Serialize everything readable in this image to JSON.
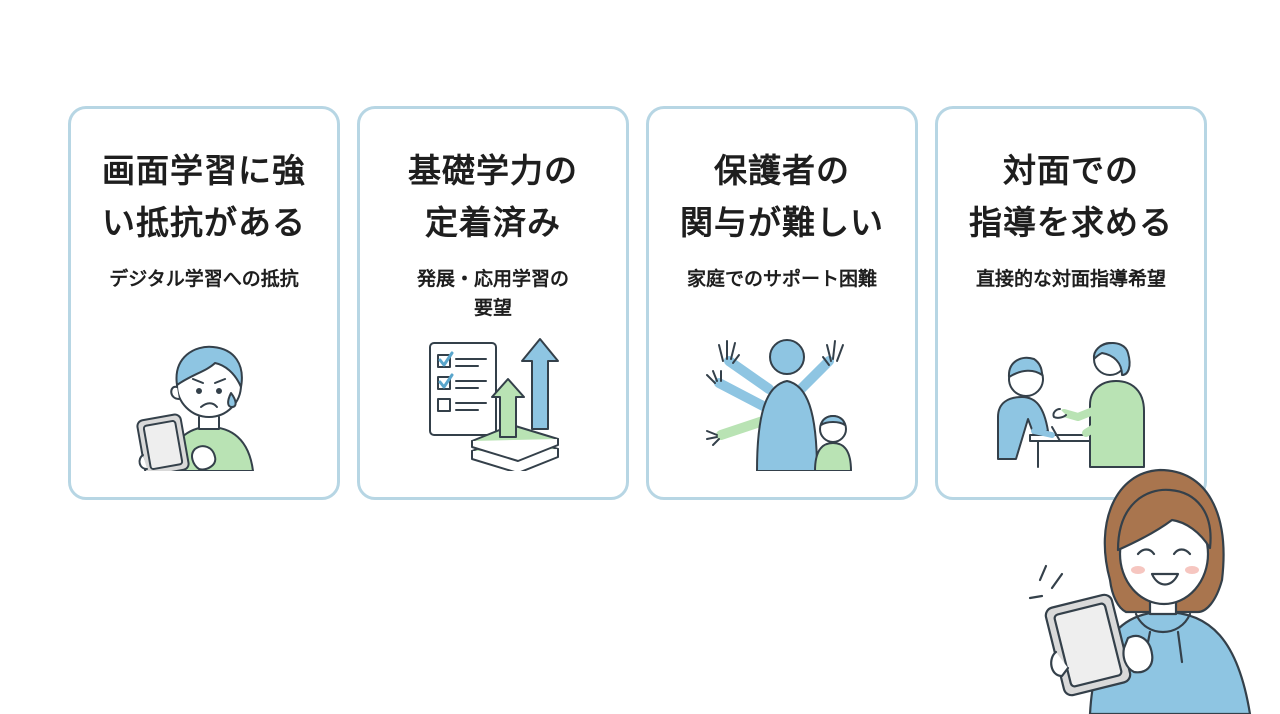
{
  "cards": [
    {
      "title_lines": [
        "画面学習に強",
        "い抵抗がある"
      ],
      "subtitle_lines": [
        "デジタル学習への抵抗"
      ],
      "icon": "child-with-tablet-icon"
    },
    {
      "title_lines": [
        "基礎学力の",
        "定着済み"
      ],
      "subtitle_lines": [
        "発展・応用学習の",
        "要望"
      ],
      "icon": "checklist-books-growth-icon"
    },
    {
      "title_lines": [
        "保護者の",
        "関与が難しい"
      ],
      "subtitle_lines": [
        "家庭でのサポート困難"
      ],
      "icon": "busy-parent-with-child-icon"
    },
    {
      "title_lines": [
        "対面での",
        "指導を求める"
      ],
      "subtitle_lines": [
        "直接的な対面指導希望"
      ],
      "icon": "face-to-face-tutoring-icon"
    }
  ],
  "mascot": "smiling-woman-with-tablet-icon",
  "colors": {
    "card_border": "#b7d6e4",
    "accent_blue": "#8ec5e2",
    "accent_green": "#b9e3b4",
    "line": "#34404a",
    "text": "#1e1e1e"
  }
}
